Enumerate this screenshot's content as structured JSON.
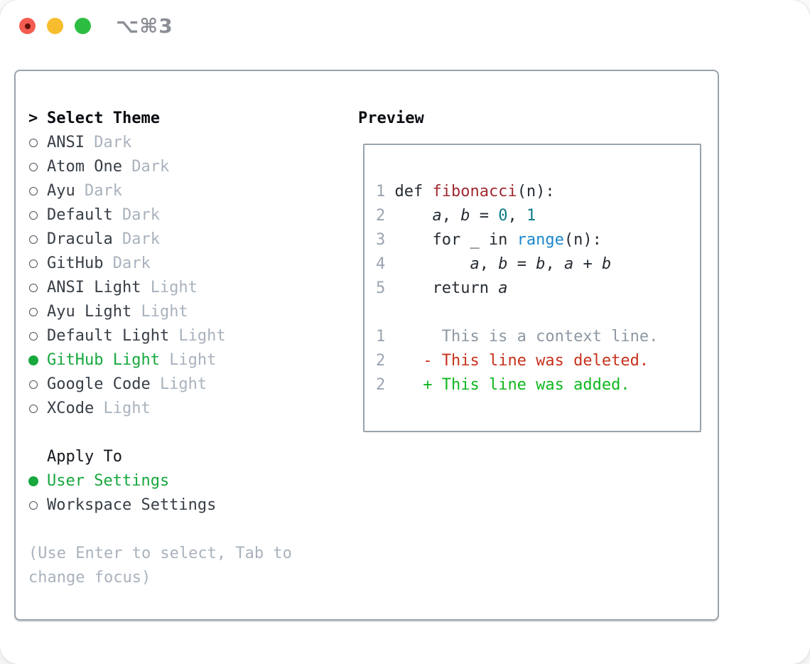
{
  "window": {
    "title": "⌥⌘3"
  },
  "theme_picker": {
    "header_marker": ">",
    "header_label": "Select Theme",
    "items": [
      {
        "name": "ANSI",
        "tag": "Dark",
        "selected": false
      },
      {
        "name": "Atom One",
        "tag": "Dark",
        "selected": false
      },
      {
        "name": "Ayu",
        "tag": "Dark",
        "selected": false
      },
      {
        "name": "Default",
        "tag": "Dark",
        "selected": false
      },
      {
        "name": "Dracula",
        "tag": "Dark",
        "selected": false
      },
      {
        "name": "GitHub",
        "tag": "Dark",
        "selected": false
      },
      {
        "name": "ANSI Light",
        "tag": "Light",
        "selected": false
      },
      {
        "name": "Ayu Light",
        "tag": "Light",
        "selected": false
      },
      {
        "name": "Default Light",
        "tag": "Light",
        "selected": false
      },
      {
        "name": "GitHub Light",
        "tag": "Light",
        "selected": true
      },
      {
        "name": "Google Code",
        "tag": "Light",
        "selected": false
      },
      {
        "name": "XCode",
        "tag": "Light",
        "selected": false
      }
    ],
    "apply_to_label": "Apply To",
    "apply_options": [
      {
        "name": "User Settings",
        "selected": true
      },
      {
        "name": "Workspace Settings",
        "selected": false
      }
    ],
    "help_lines": [
      "(Use Enter to select, Tab to",
      "change focus)"
    ]
  },
  "preview": {
    "title": "Preview",
    "code_lines": [
      {
        "num": "1",
        "segments": [
          {
            "text": "def ",
            "style": "plain"
          },
          {
            "text": "fibonacci",
            "style": "func"
          },
          {
            "text": "(n):",
            "style": "plain"
          }
        ]
      },
      {
        "num": "2",
        "segments": [
          {
            "text": "    ",
            "style": "plain"
          },
          {
            "text": "a",
            "style": "var"
          },
          {
            "text": ", ",
            "style": "plain"
          },
          {
            "text": "b",
            "style": "var"
          },
          {
            "text": " = ",
            "style": "plain"
          },
          {
            "text": "0",
            "style": "number"
          },
          {
            "text": ", ",
            "style": "plain"
          },
          {
            "text": "1",
            "style": "number"
          }
        ]
      },
      {
        "num": "3",
        "segments": [
          {
            "text": "    for _ in ",
            "style": "plain"
          },
          {
            "text": "range",
            "style": "call"
          },
          {
            "text": "(n):",
            "style": "plain"
          }
        ]
      },
      {
        "num": "4",
        "segments": [
          {
            "text": "        ",
            "style": "plain"
          },
          {
            "text": "a",
            "style": "var"
          },
          {
            "text": ", ",
            "style": "plain"
          },
          {
            "text": "b",
            "style": "var"
          },
          {
            "text": " = ",
            "style": "plain"
          },
          {
            "text": "b",
            "style": "var"
          },
          {
            "text": ", ",
            "style": "plain"
          },
          {
            "text": "a",
            "style": "var"
          },
          {
            "text": " + ",
            "style": "plain"
          },
          {
            "text": "b",
            "style": "var"
          }
        ]
      },
      {
        "num": "5",
        "segments": [
          {
            "text": "    return ",
            "style": "plain"
          },
          {
            "text": "a",
            "style": "var"
          }
        ]
      }
    ],
    "diff_lines": [
      {
        "num": "1",
        "segments": [
          {
            "text": "     This is a context line.",
            "style": "ctx"
          }
        ]
      },
      {
        "num": "2",
        "segments": [
          {
            "text": "   ",
            "style": "plain"
          },
          {
            "text": "- This line was deleted.",
            "style": "del"
          }
        ]
      },
      {
        "num": "2",
        "segments": [
          {
            "text": "   ",
            "style": "plain"
          },
          {
            "text": "+ This line was added.",
            "style": "add"
          }
        ]
      }
    ]
  },
  "colors": {
    "accent_green": "#17a83e",
    "func_red": "#a12a31",
    "number_teal": "#0b7c85",
    "call_blue": "#1a87cb",
    "diff_red": "#c7321c",
    "diff_green": "#0fb71e",
    "muted_gray": "#a9b2bd",
    "border_gray": "#9aa2ab",
    "traffic_red": "#f45b51",
    "traffic_yellow": "#f8bd2e",
    "traffic_green": "#2dbe41"
  }
}
